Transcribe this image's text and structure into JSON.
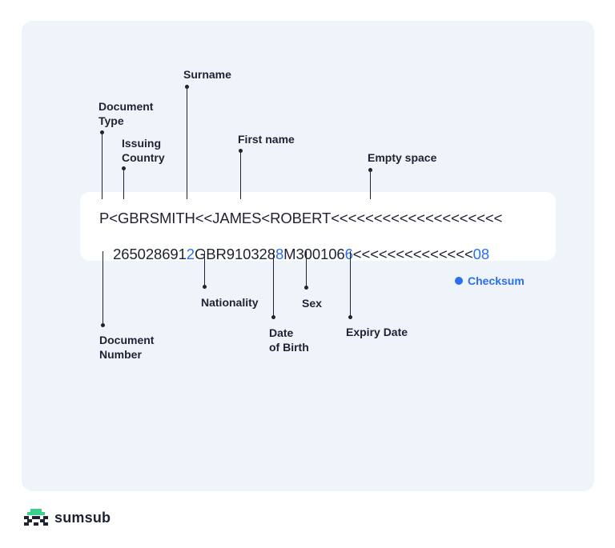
{
  "labels": {
    "document_type": "Document\nType",
    "issuing_country": "Issuing\nCountry",
    "surname": "Surname",
    "first_name": "First name",
    "empty_space": "Empty space",
    "document_number": "Document\nNumber",
    "nationality": "Nationality",
    "date_of_birth": "Date\nof Birth",
    "sex": "Sex",
    "expiry_date": "Expiry Date"
  },
  "mrz": {
    "line1": "P<GBRSMITH<<JAMES<ROBERT<<<<<<<<<<<<<<<<<<<<",
    "line2": [
      {
        "text": "265028691",
        "checksum": false
      },
      {
        "text": "2",
        "checksum": true
      },
      {
        "text": "GBR910328",
        "checksum": false
      },
      {
        "text": "8",
        "checksum": true
      },
      {
        "text": "M300106",
        "checksum": false
      },
      {
        "text": "6",
        "checksum": true
      },
      {
        "text": "<<<<<<<<<<<<<<",
        "checksum": false
      },
      {
        "text": "08",
        "checksum": true
      }
    ]
  },
  "legend": {
    "checksum_label": "Checksum",
    "checksum_color": "#2b6ef0"
  },
  "brand": {
    "name": "sumsub",
    "icon": "sumsub-logo-icon"
  }
}
